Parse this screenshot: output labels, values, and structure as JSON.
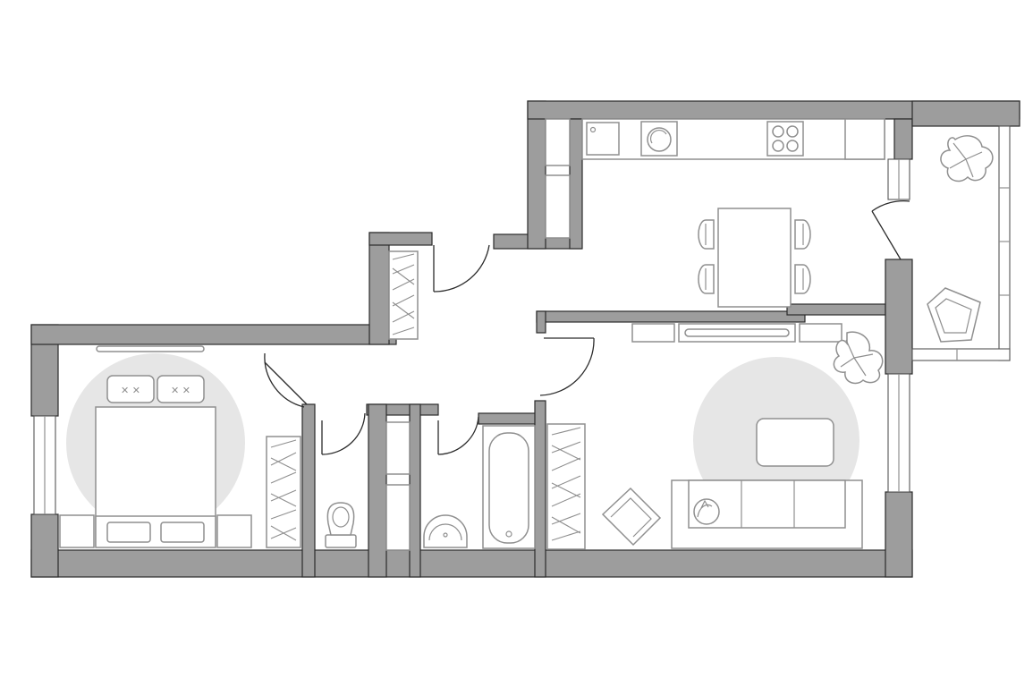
{
  "plan": {
    "title": "",
    "colors": {
      "wall_fill": "#9d9d9d",
      "wall_outline": "#2b2b2b",
      "furniture_stroke": "#8f8f8f",
      "rug_fill": "#e6e6e6",
      "background": "#ffffff"
    },
    "rooms": [
      "bedroom",
      "hallway",
      "wc",
      "bathroom",
      "kitchen-dining",
      "living-room",
      "balcony"
    ],
    "icons": [
      "bed-icon",
      "pillow-icon",
      "wardrobe-icon",
      "toilet-icon",
      "washbasin-icon",
      "bathtub-icon",
      "sink-icon",
      "washing-machine-icon",
      "hob-icon",
      "dining-table-icon",
      "chair-icon",
      "sofa-icon",
      "armchair-icon",
      "coffee-table-icon",
      "plant-icon",
      "tv-unit-icon",
      "radiator-icon",
      "window-icon",
      "door-icon"
    ]
  }
}
